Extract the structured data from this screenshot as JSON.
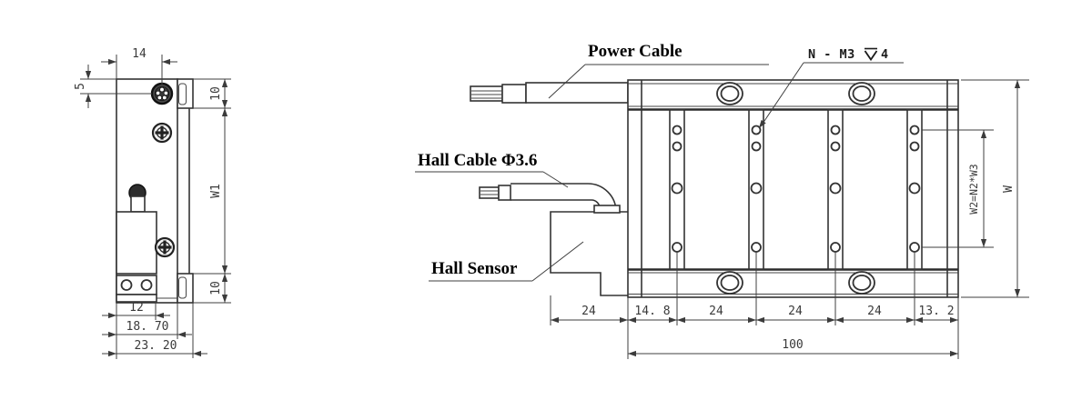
{
  "drawing": {
    "labels": {
      "power_cable": "Power Cable",
      "hall_cable": "Hall Cable Φ3.6",
      "hall_sensor": "Hall Sensor",
      "thread_note_prefix": "N - M3",
      "thread_note_depth": "4"
    },
    "side_view": {
      "dim_top_width": "14",
      "dim_offset": "5",
      "dim_top_height": "10",
      "dim_body_height": "W1",
      "dim_bottom_height": "10",
      "dim_sensor_width": "12",
      "dim_mid_width": "18. 70",
      "dim_overall_width": "23. 20"
    },
    "front_view": {
      "dim_sensor_offset": "24",
      "dim_first_pitch": "14. 8",
      "dim_pitch2": "24",
      "dim_pitch3": "24",
      "dim_pitch4": "24",
      "dim_last_pitch": "13. 2",
      "dim_length": "100",
      "dim_winding_width": "W2=N2*W3",
      "dim_width": "W"
    },
    "colors": {
      "line": "#333333",
      "dimension": "#3a3a3a",
      "label": "#000000",
      "background": "#ffffff"
    }
  }
}
